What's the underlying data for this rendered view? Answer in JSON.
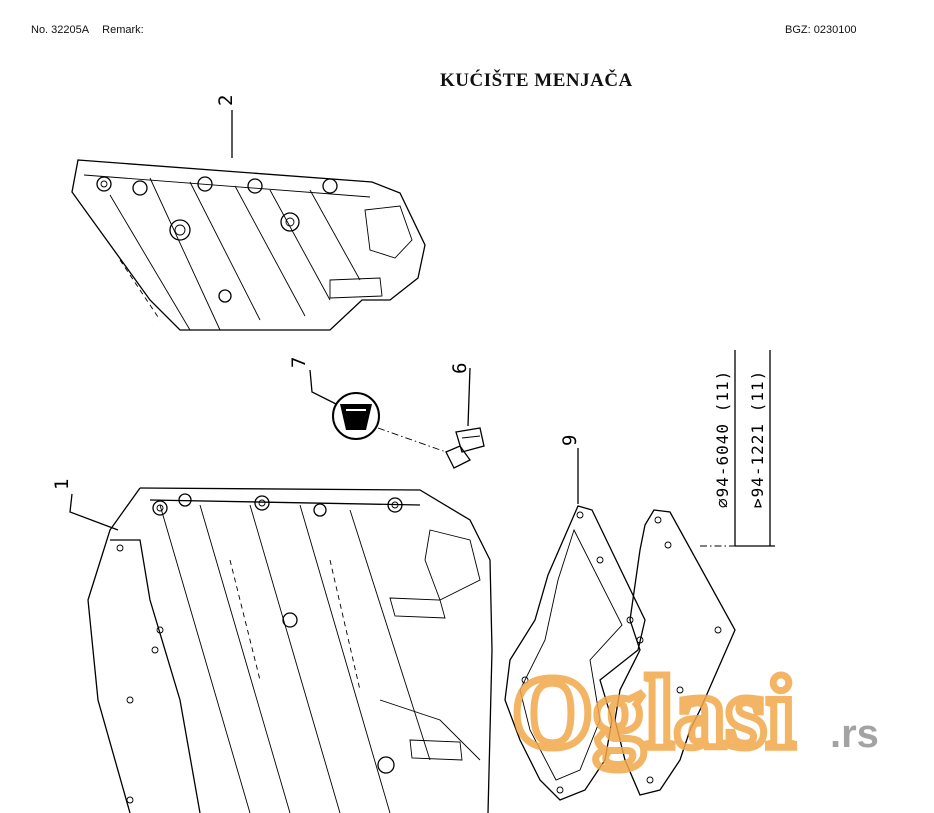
{
  "header": {
    "number": "No. 32205A",
    "remark_label": "Remark:",
    "bgz": "BGZ: 0230100"
  },
  "title": "KUĆIŠTE MENJAČA",
  "callouts": {
    "part1": "1",
    "part2": "2",
    "part6": "6",
    "part7": "7",
    "part9": "9"
  },
  "codes": {
    "code1": "⌀94-6040 (11)",
    "code2": "⊳94-1221 (11)"
  },
  "watermark": {
    "text_main": "Oglasi",
    "text_tld": ".rs",
    "color_main": "#f2a84a",
    "color_tld": "#9a9a9a"
  }
}
